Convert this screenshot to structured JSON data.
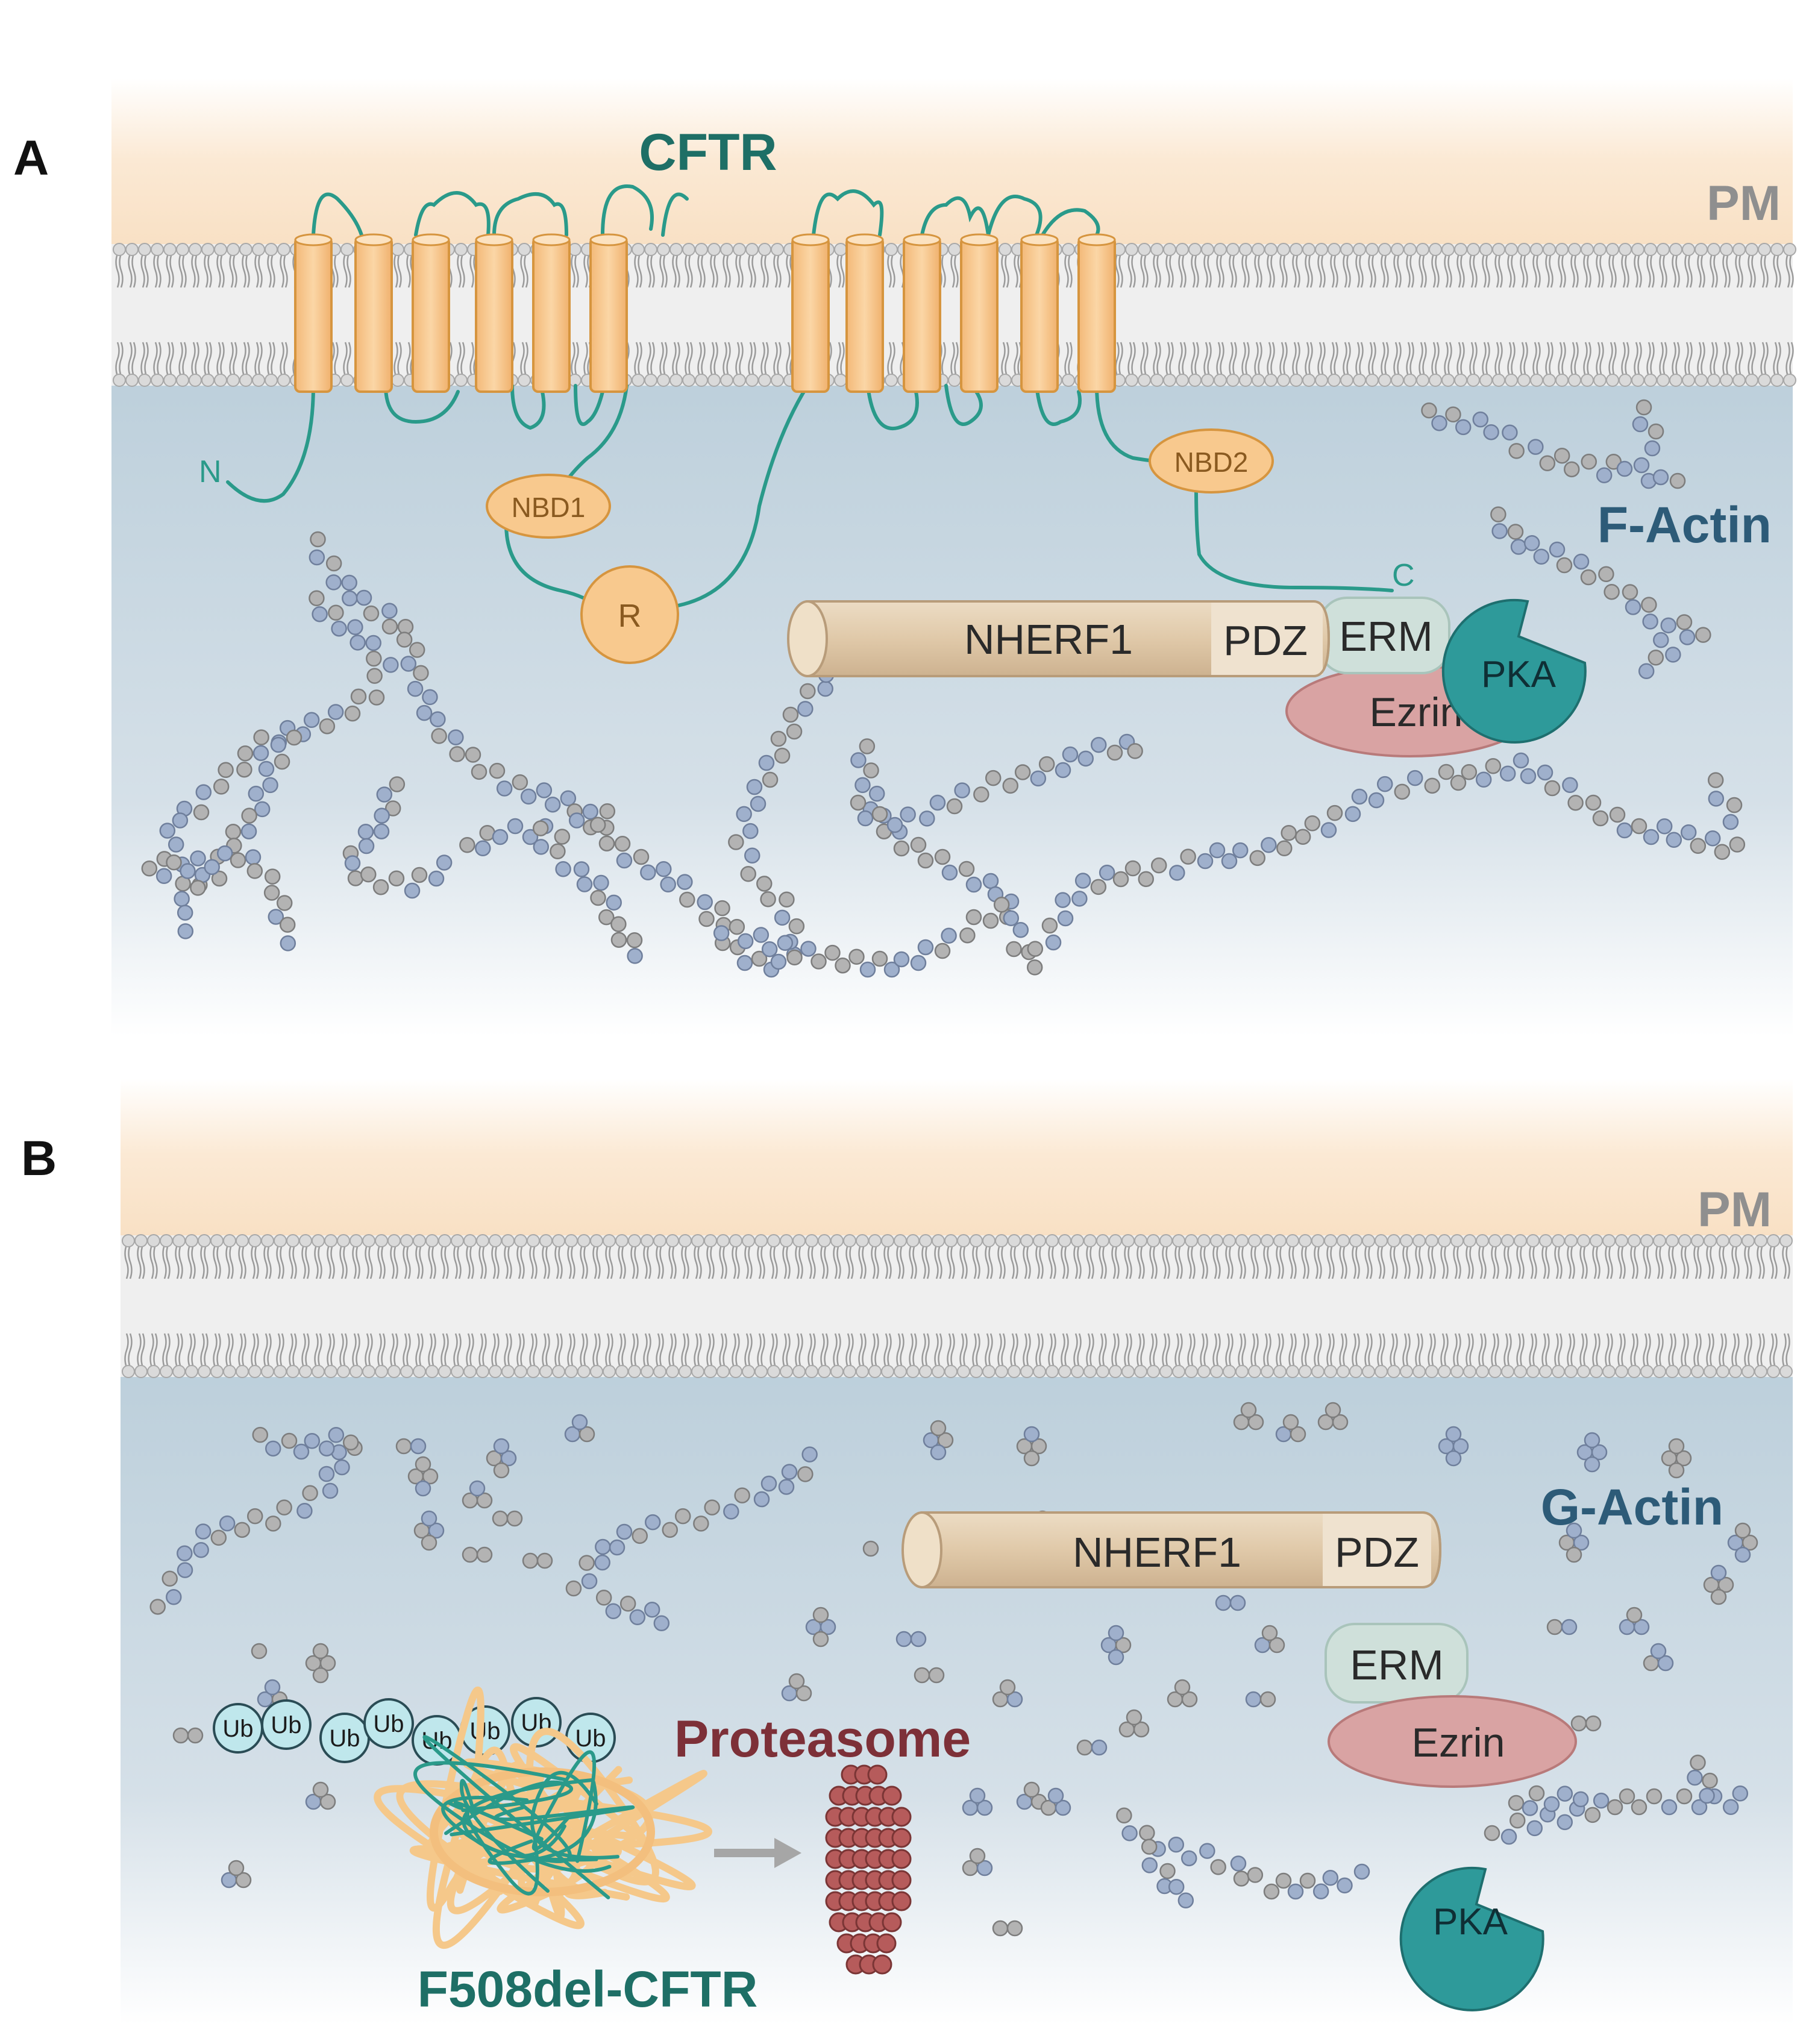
{
  "panel_a": {
    "letter": "A",
    "membrane_label": "PM",
    "cftr_label": "CFTR",
    "n_terminus": "N",
    "c_terminus": "C",
    "nbd1": "NBD1",
    "nbd2": "NBD2",
    "r_domain": "R",
    "nherf1": "NHERF1",
    "pdz": "PDZ",
    "erm": "ERM",
    "ezrin": "Ezrin",
    "pka": "PKA",
    "actin_label": "F-Actin"
  },
  "panel_b": {
    "letter": "B",
    "membrane_label": "PM",
    "nherf1": "NHERF1",
    "pdz": "PDZ",
    "erm": "ERM",
    "ezrin": "Ezrin",
    "pka": "PKA",
    "actin_label": "G-Actin",
    "proteasome_label": "Proteasome",
    "mutant_label": "F508del-CFTR",
    "ubiquitin": [
      "Ub",
      "Ub",
      "Ub",
      "Ub",
      "Ub",
      "Ub",
      "Ub",
      "Ub"
    ]
  },
  "colors": {
    "teal": "#2a9a8a",
    "teal_text": "#1e6f66",
    "helix_fill": "#f8c98e",
    "helix_stroke": "#d6953f",
    "membrane_head": "#d7d7d7",
    "actin_blue": "#98a9c6",
    "actin_grey": "#a8a8a8",
    "nherf_fill": "#e3cfb3",
    "erm_fill": "#cfe0da",
    "ezrin_fill": "#d9a3a3",
    "pka_fill": "#2e9a9a",
    "proteasome": "#b45a5a",
    "label_grey": "#8f8f8f",
    "label_blue": "#2d5b78",
    "label_maroon": "#7d3038"
  }
}
